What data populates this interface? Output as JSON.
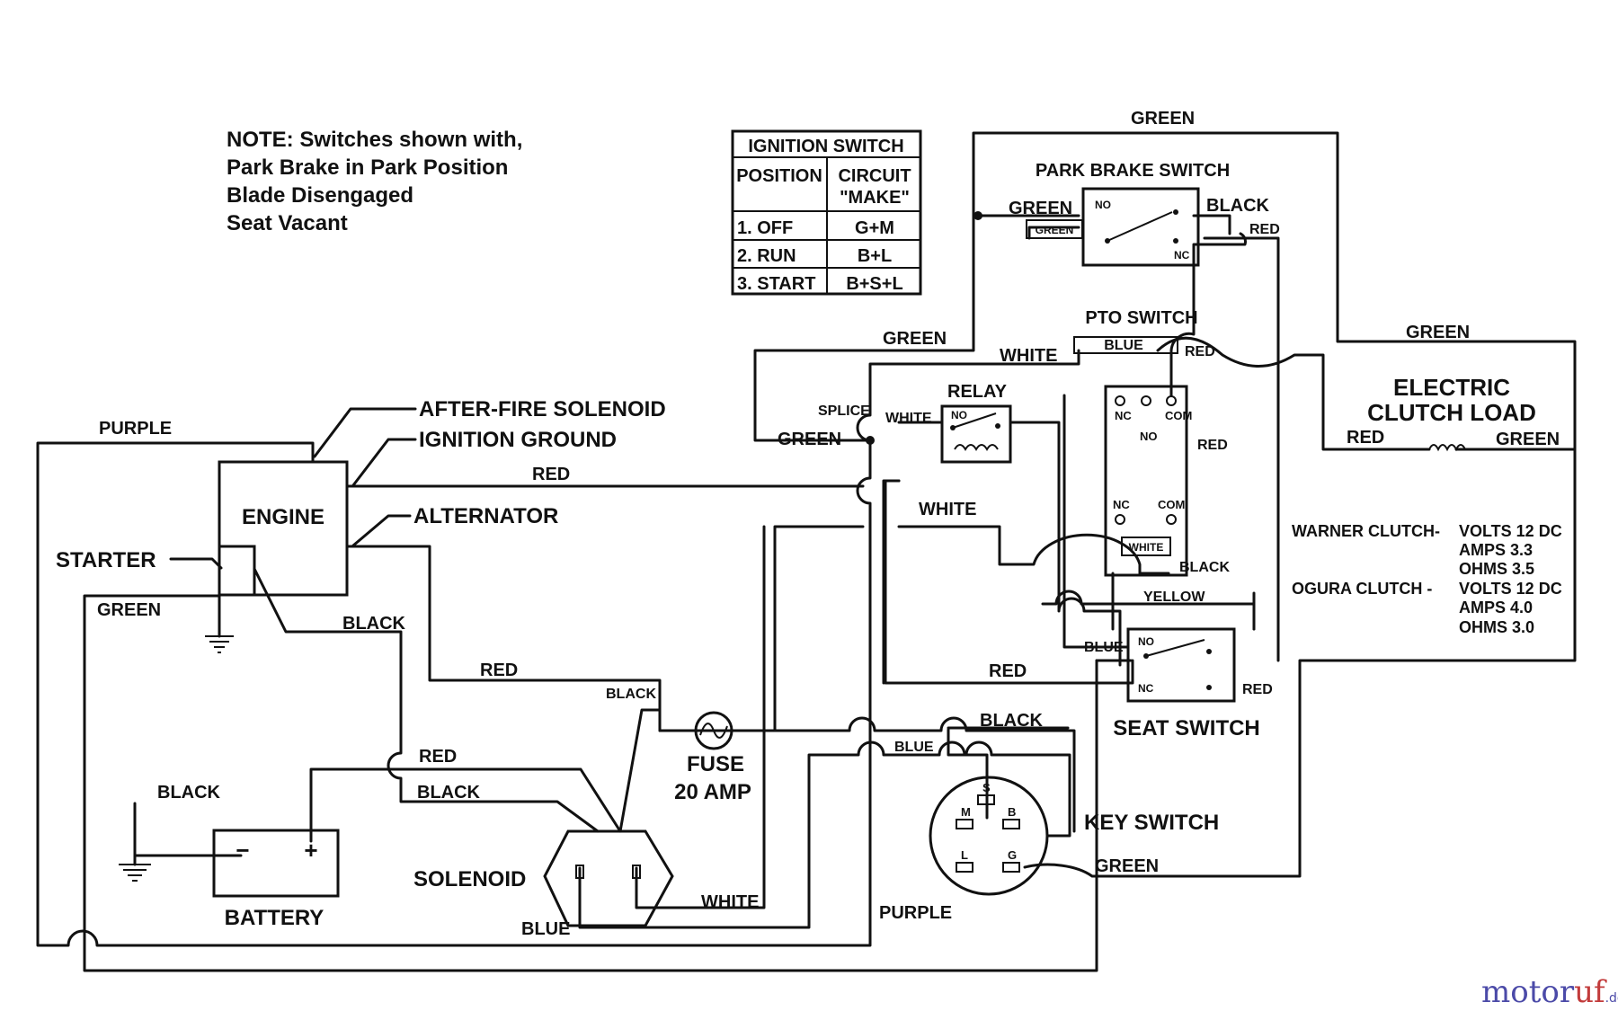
{
  "note": {
    "line1": "NOTE: Switches shown with,",
    "line2": "Park Brake in Park Position",
    "line3": "Blade Disengaged",
    "line4": "Seat Vacant"
  },
  "ignition_table": {
    "title": "IGNITION SWITCH",
    "col_position": "POSITION",
    "col_circuit_1": "CIRCUIT",
    "col_circuit_2": "\"MAKE\"",
    "rows": [
      {
        "position": "1. OFF",
        "circuit": "G+M"
      },
      {
        "position": "2. RUN",
        "circuit": "B+L"
      },
      {
        "position": "3. START",
        "circuit": "B+S+L"
      }
    ]
  },
  "components": {
    "engine": "ENGINE",
    "starter": "STARTER",
    "after_fire": "AFTER-FIRE SOLENOID",
    "ignition_ground": "IGNITION GROUND",
    "alternator": "ALTERNATOR",
    "battery": "BATTERY",
    "battery_minus": "−",
    "battery_plus": "+",
    "solenoid": "SOLENOID",
    "fuse_1": "FUSE",
    "fuse_2": "20 AMP",
    "relay": "RELAY",
    "splice": "SPLICE",
    "pto_switch": "PTO SWITCH",
    "park_brake_switch": "PARK BRAKE SWITCH",
    "seat_switch": "SEAT SWITCH",
    "key_switch": "KEY SWITCH",
    "clutch_1": "ELECTRIC",
    "clutch_2": "CLUTCH LOAD"
  },
  "terminals": {
    "no": "NO",
    "nc": "NC",
    "com": "COM",
    "key_s": "S",
    "key_m": "M",
    "key_b": "B",
    "key_l": "L",
    "key_g": "G"
  },
  "wires": {
    "green": "GREEN",
    "black": "BLACK",
    "red": "RED",
    "white": "WHITE",
    "blue": "BLUE",
    "purple": "PURPLE",
    "yellow": "YELLOW"
  },
  "clutch_specs": {
    "warner_label": "WARNER CLUTCH-",
    "warner_volts": "VOLTS 12 DC",
    "warner_amps": "AMPS 3.3",
    "warner_ohms": "OHMS 3.5",
    "ogura_label": "OGURA CLUTCH -",
    "ogura_volts": "VOLTS 12 DC",
    "ogura_amps": "AMPS 4.0",
    "ogura_ohms": "OHMS 3.0"
  },
  "watermark": {
    "part1": "motor",
    "part2": "uf",
    "part3": ".de"
  }
}
